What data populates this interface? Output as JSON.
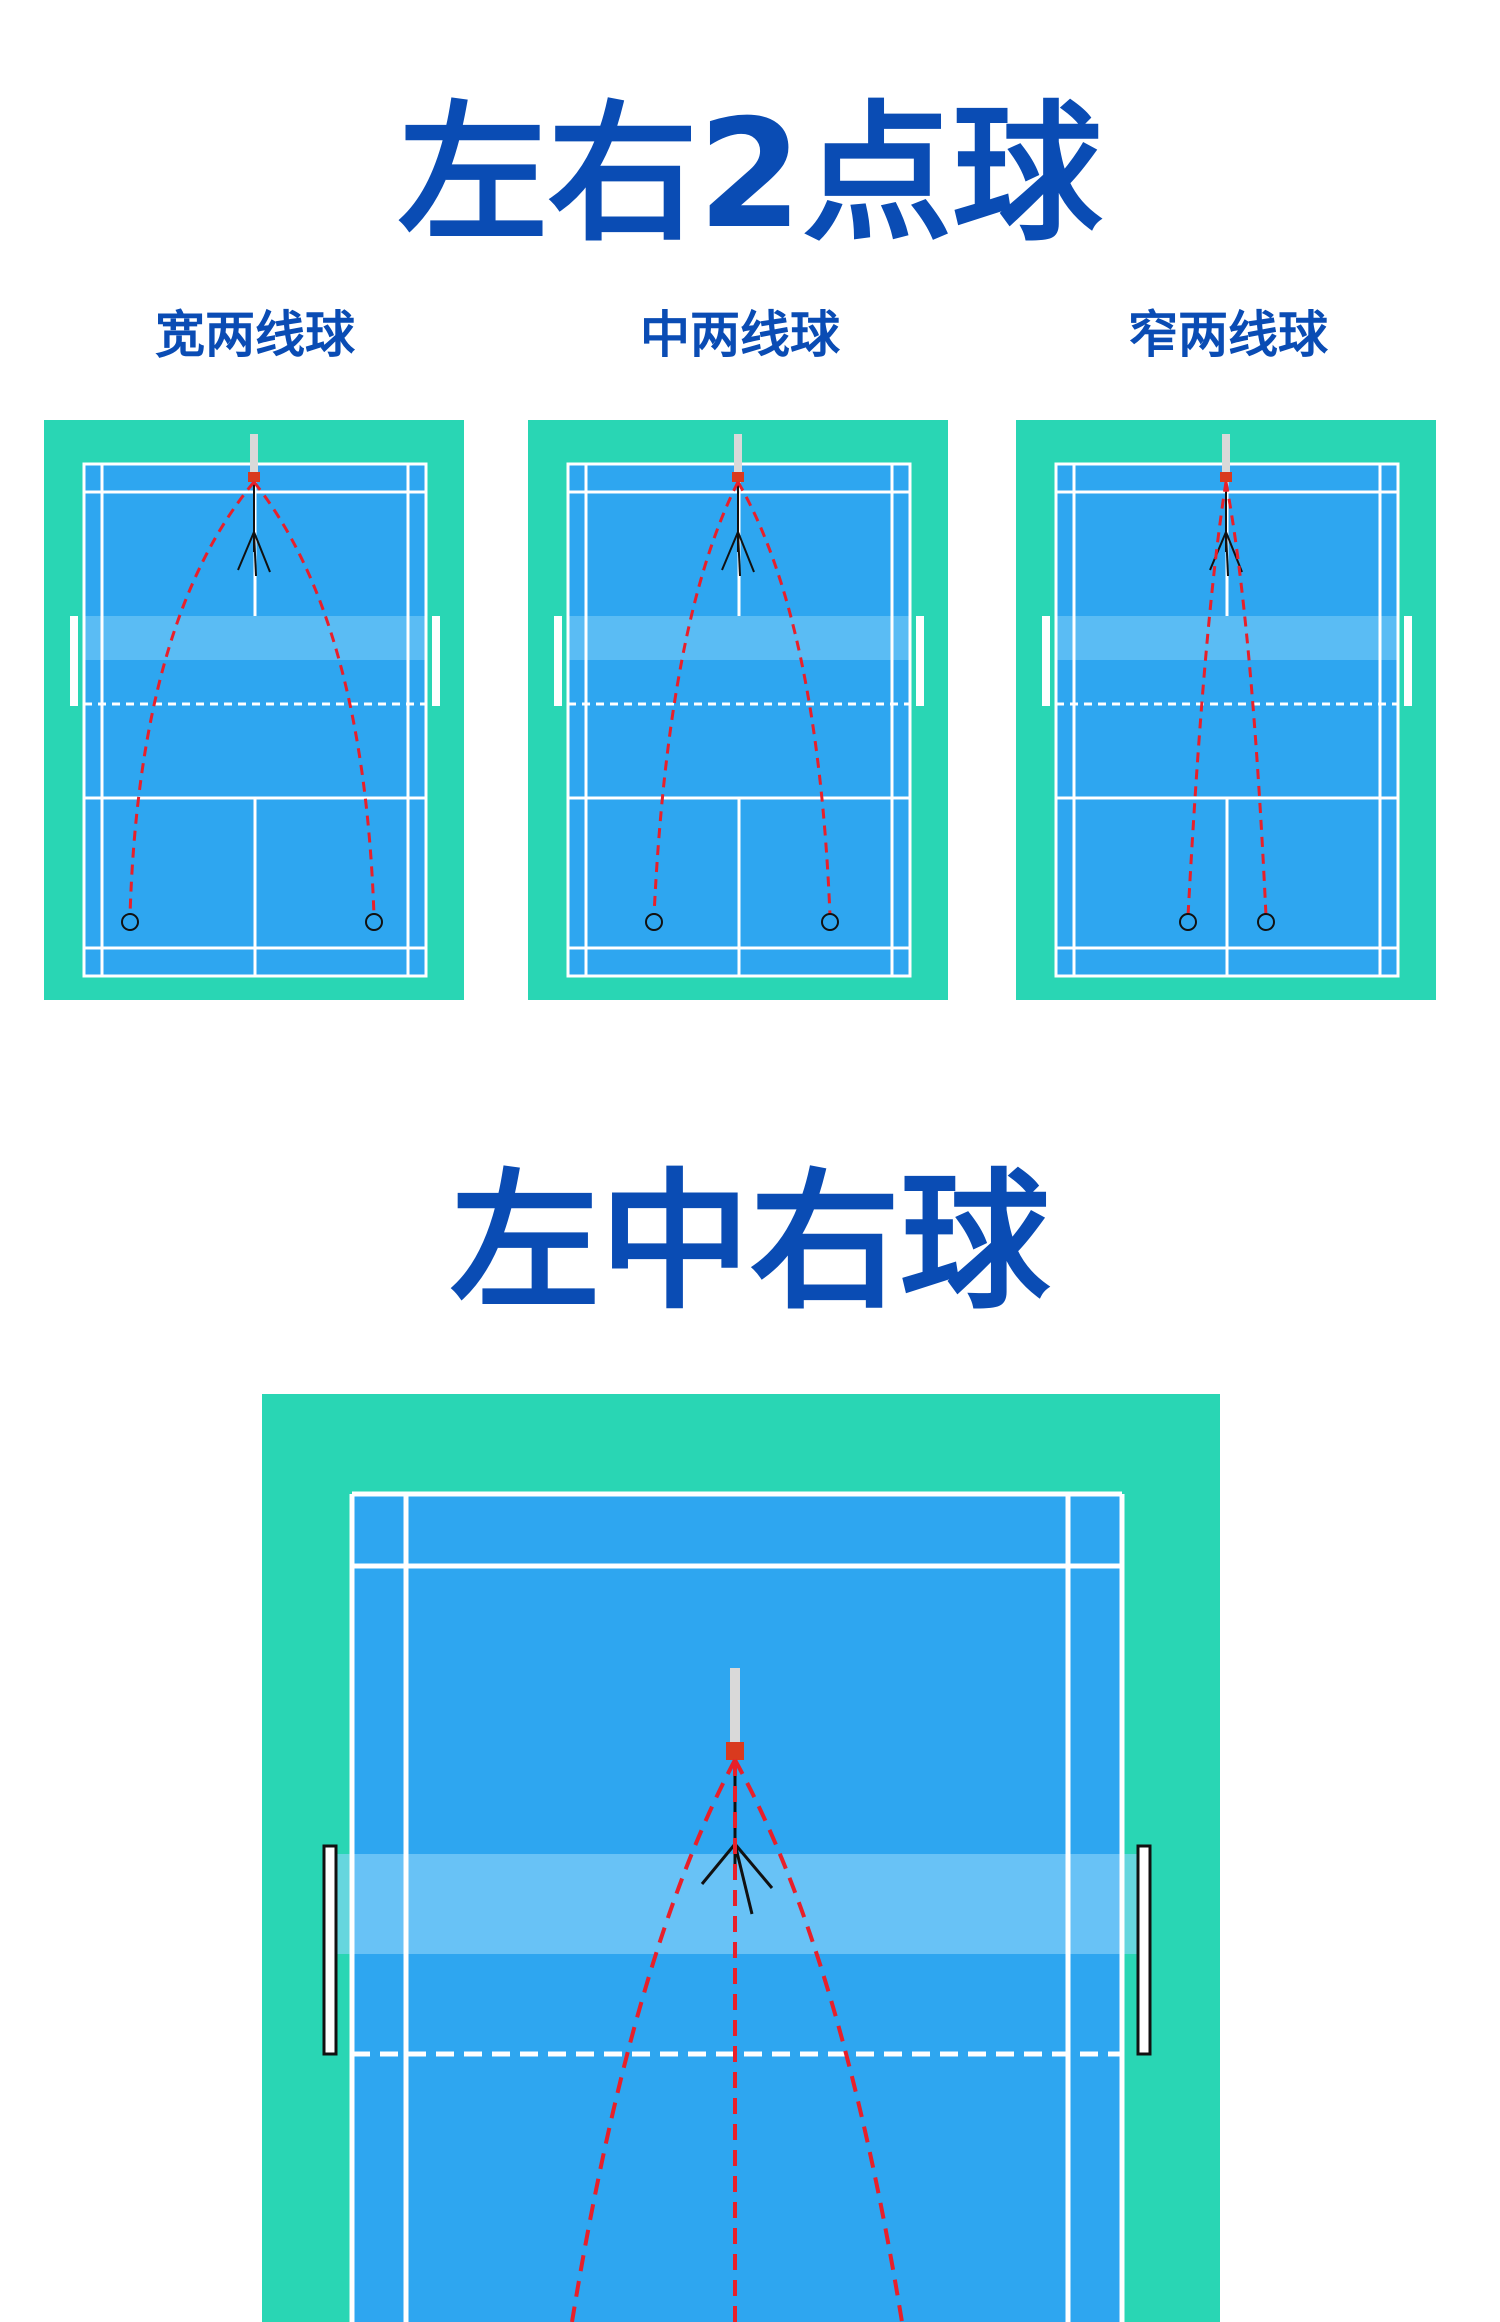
{
  "sections": [
    {
      "title": "左右2点球",
      "courts": [
        {
          "label": "宽两线球"
        },
        {
          "label": "中两线球"
        },
        {
          "label": "窄两线球"
        }
      ]
    },
    {
      "title": "左中右球"
    }
  ],
  "colors": {
    "title": "#0a4cb4",
    "surround": "#29d6b4",
    "court": "#2ea6f0",
    "lines": "#ffffff",
    "trajectory": "#e8202a",
    "machine": "#d93a1e"
  },
  "icons": [
    "ball-machine-icon",
    "tripod-icon",
    "shuttlecock-target-icon",
    "net-post-icon"
  ]
}
